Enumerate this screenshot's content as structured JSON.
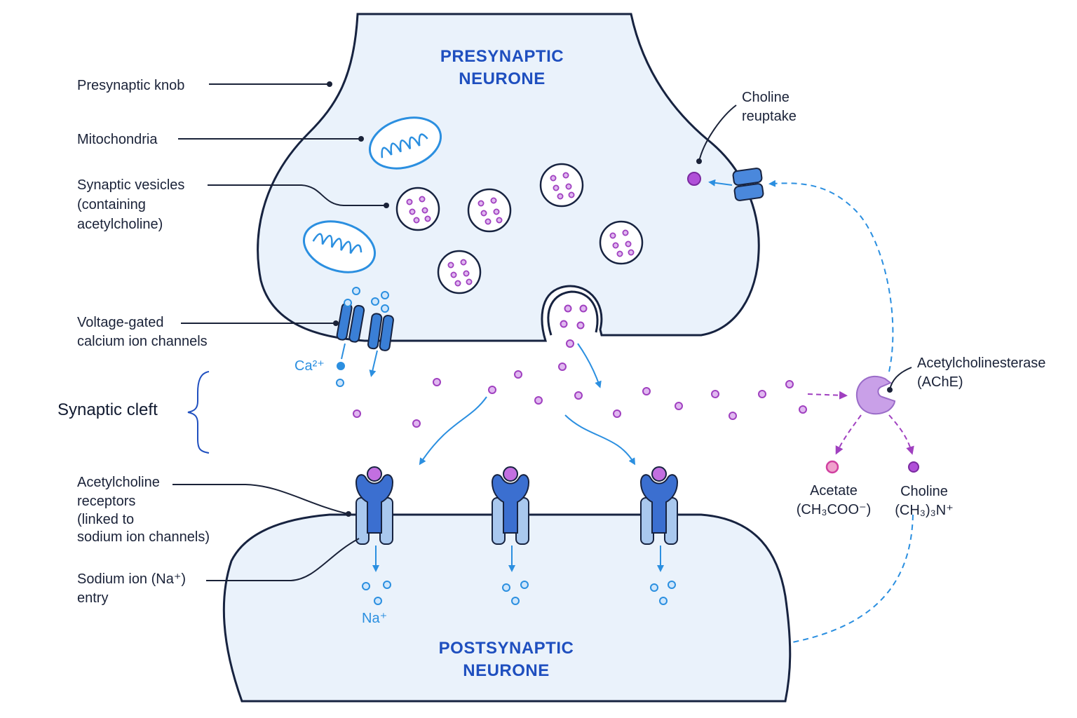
{
  "titles": {
    "presynaptic": [
      "PRESYNAPTIC",
      "NEURONE"
    ],
    "postsynaptic": [
      "POSTSYNAPTIC",
      "NEURONE"
    ]
  },
  "labels": {
    "presynaptic_knob": "Presynaptic knob",
    "mitochondria": "Mitochondria",
    "synaptic_vesicles": [
      "Synaptic vesicles",
      "(containing",
      "acetylcholine)"
    ],
    "calcium_channels": [
      "Voltage-gated",
      "calcium ion channels"
    ],
    "synaptic_cleft": "Synaptic cleft",
    "ach_receptors": [
      "Acetylcholine",
      "receptors",
      "(linked to",
      "sodium ion channels)"
    ],
    "sodium_entry": [
      "Sodium ion (Na⁺)",
      "entry"
    ],
    "choline_reuptake": [
      "Choline",
      "reuptake"
    ],
    "ache": [
      "Acetylcholinesterase",
      "(AChE)"
    ],
    "acetate": [
      "Acetate",
      "(CH₃COO⁻)"
    ],
    "choline": [
      "Choline",
      "(CH₃)₃N⁺"
    ],
    "calcium_ion": "Ca²⁺",
    "sodium_ion": "Na⁺"
  },
  "colors": {
    "membrane": "#172340",
    "cell_fill": "#eaf2fb",
    "title_blue": "#1f4fbf",
    "ion_blue": "#2b8fe0",
    "acetylcholine_purple": "#a040c0",
    "ache_lilac": "#c9a0e8",
    "receptor_blue": "#3b6fd0",
    "acetate_pink": "#d040a0"
  }
}
